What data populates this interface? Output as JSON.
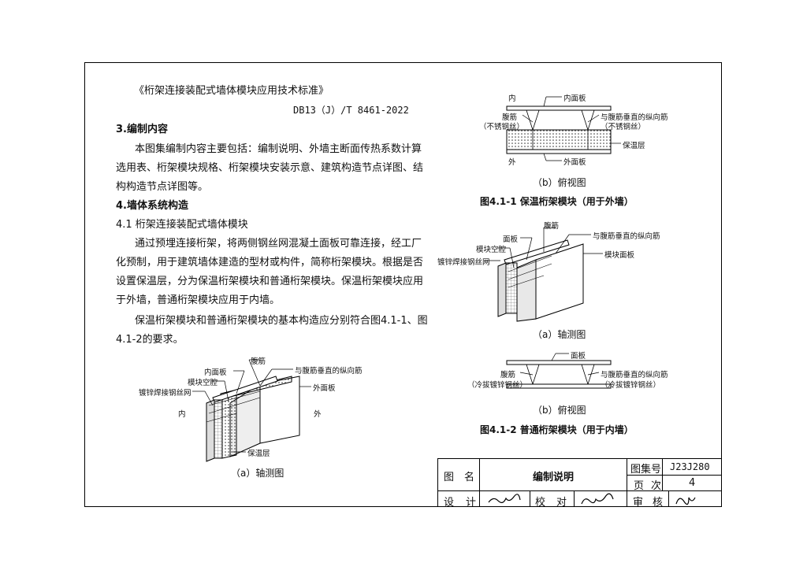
{
  "left": {
    "std_title": "《桁架连接装配式墙体模块应用技术标准》",
    "std_code": "DB13（J）/T 8461-2022",
    "s3_heading": "3.编制内容",
    "s3_line1": "本图集编制内容主要包括：编制说明、外墙主断面传热系数计算",
    "s3_line2": "选用表、桁架模块规格、桁架模块安装示意、建筑构造节点详图、结",
    "s3_line3": "构构造节点详图等。",
    "s4_heading": "4.墙体系统构造",
    "s41_heading": "4.1 桁架连接装配式墙体模块",
    "p1_line1": "通过预埋连接桁架，将两侧钢丝网混凝土面板可靠连接，经工厂",
    "p1_line2": "化预制，用于建筑墙体建造的型材或构件，简称桁架模块。根据是否",
    "p1_line3": "设置保温层，分为保温桁架模块和普通桁架模块。保温桁架模块应用",
    "p1_line4": "于外墙，普通桁架模块应用于内墙。",
    "p2_line1": "保温桁架模块和普通桁架模块的基本构造应分别符合图4.1-1、图",
    "p2_line2": "4.1-2的要求。"
  },
  "fig_a_left": {
    "labels": {
      "fujin": "腹筋",
      "neimianban": "内面板",
      "kongqiang": "模块空腔",
      "gangsiwang": "镀锌焊接钢丝网",
      "zongxiangjin": "与腹筋垂直的纵向筋",
      "waimianban": "外面板",
      "nei": "内",
      "wai": "外",
      "baowenceng": "保温层"
    },
    "caption": "（a）轴测图"
  },
  "fig_b_top": {
    "labels": {
      "nei": "内",
      "neimianban": "内面板",
      "fujin": "腹筋",
      "fujin_note": "（不锈钢丝）",
      "zongxiangjin": "与腹筋垂直的纵向筋",
      "zongxiangjin_note": "（不锈钢丝）",
      "baowenceng": "保温层",
      "wai": "外",
      "waimianban": "外面板"
    },
    "caption": "（b）俯视图",
    "fig_title": "图4.1-1 保温桁架模块（用于外墙）"
  },
  "fig_a_right": {
    "labels": {
      "fujin": "腹筋",
      "mianban": "面板",
      "kongqiang": "模块空腔",
      "gangsiwang": "镀锌焊接钢丝网",
      "zongxiangjin": "与腹筋垂直的纵向筋",
      "mokuaimianban": "模块面板"
    },
    "caption": "（a）轴测图"
  },
  "fig_b_bottom": {
    "labels": {
      "mianban": "面板",
      "fujin": "腹筋",
      "fujin_note": "（冷拔镀锌钢丝）",
      "zongxiangjin": "与腹筋垂直的纵向筋",
      "zongxiangjin_note": "（冷拔镀锌钢丝）"
    },
    "caption": "（b）俯视图",
    "fig_title": "图4.1-2 普通桁架模块（用于内墙）"
  },
  "title_block": {
    "tu_label": "图",
    "ming_label": "名",
    "drawing_name": "编制说明",
    "atlas_no_label": "图集号",
    "atlas_no": "J23J280",
    "page_label": "页",
    "ci_label": "次",
    "page_no": "4",
    "design_label": "设",
    "ji_label": "计",
    "check_label": "校",
    "dui_label": "对",
    "review_label": "审",
    "he_label": "核"
  }
}
